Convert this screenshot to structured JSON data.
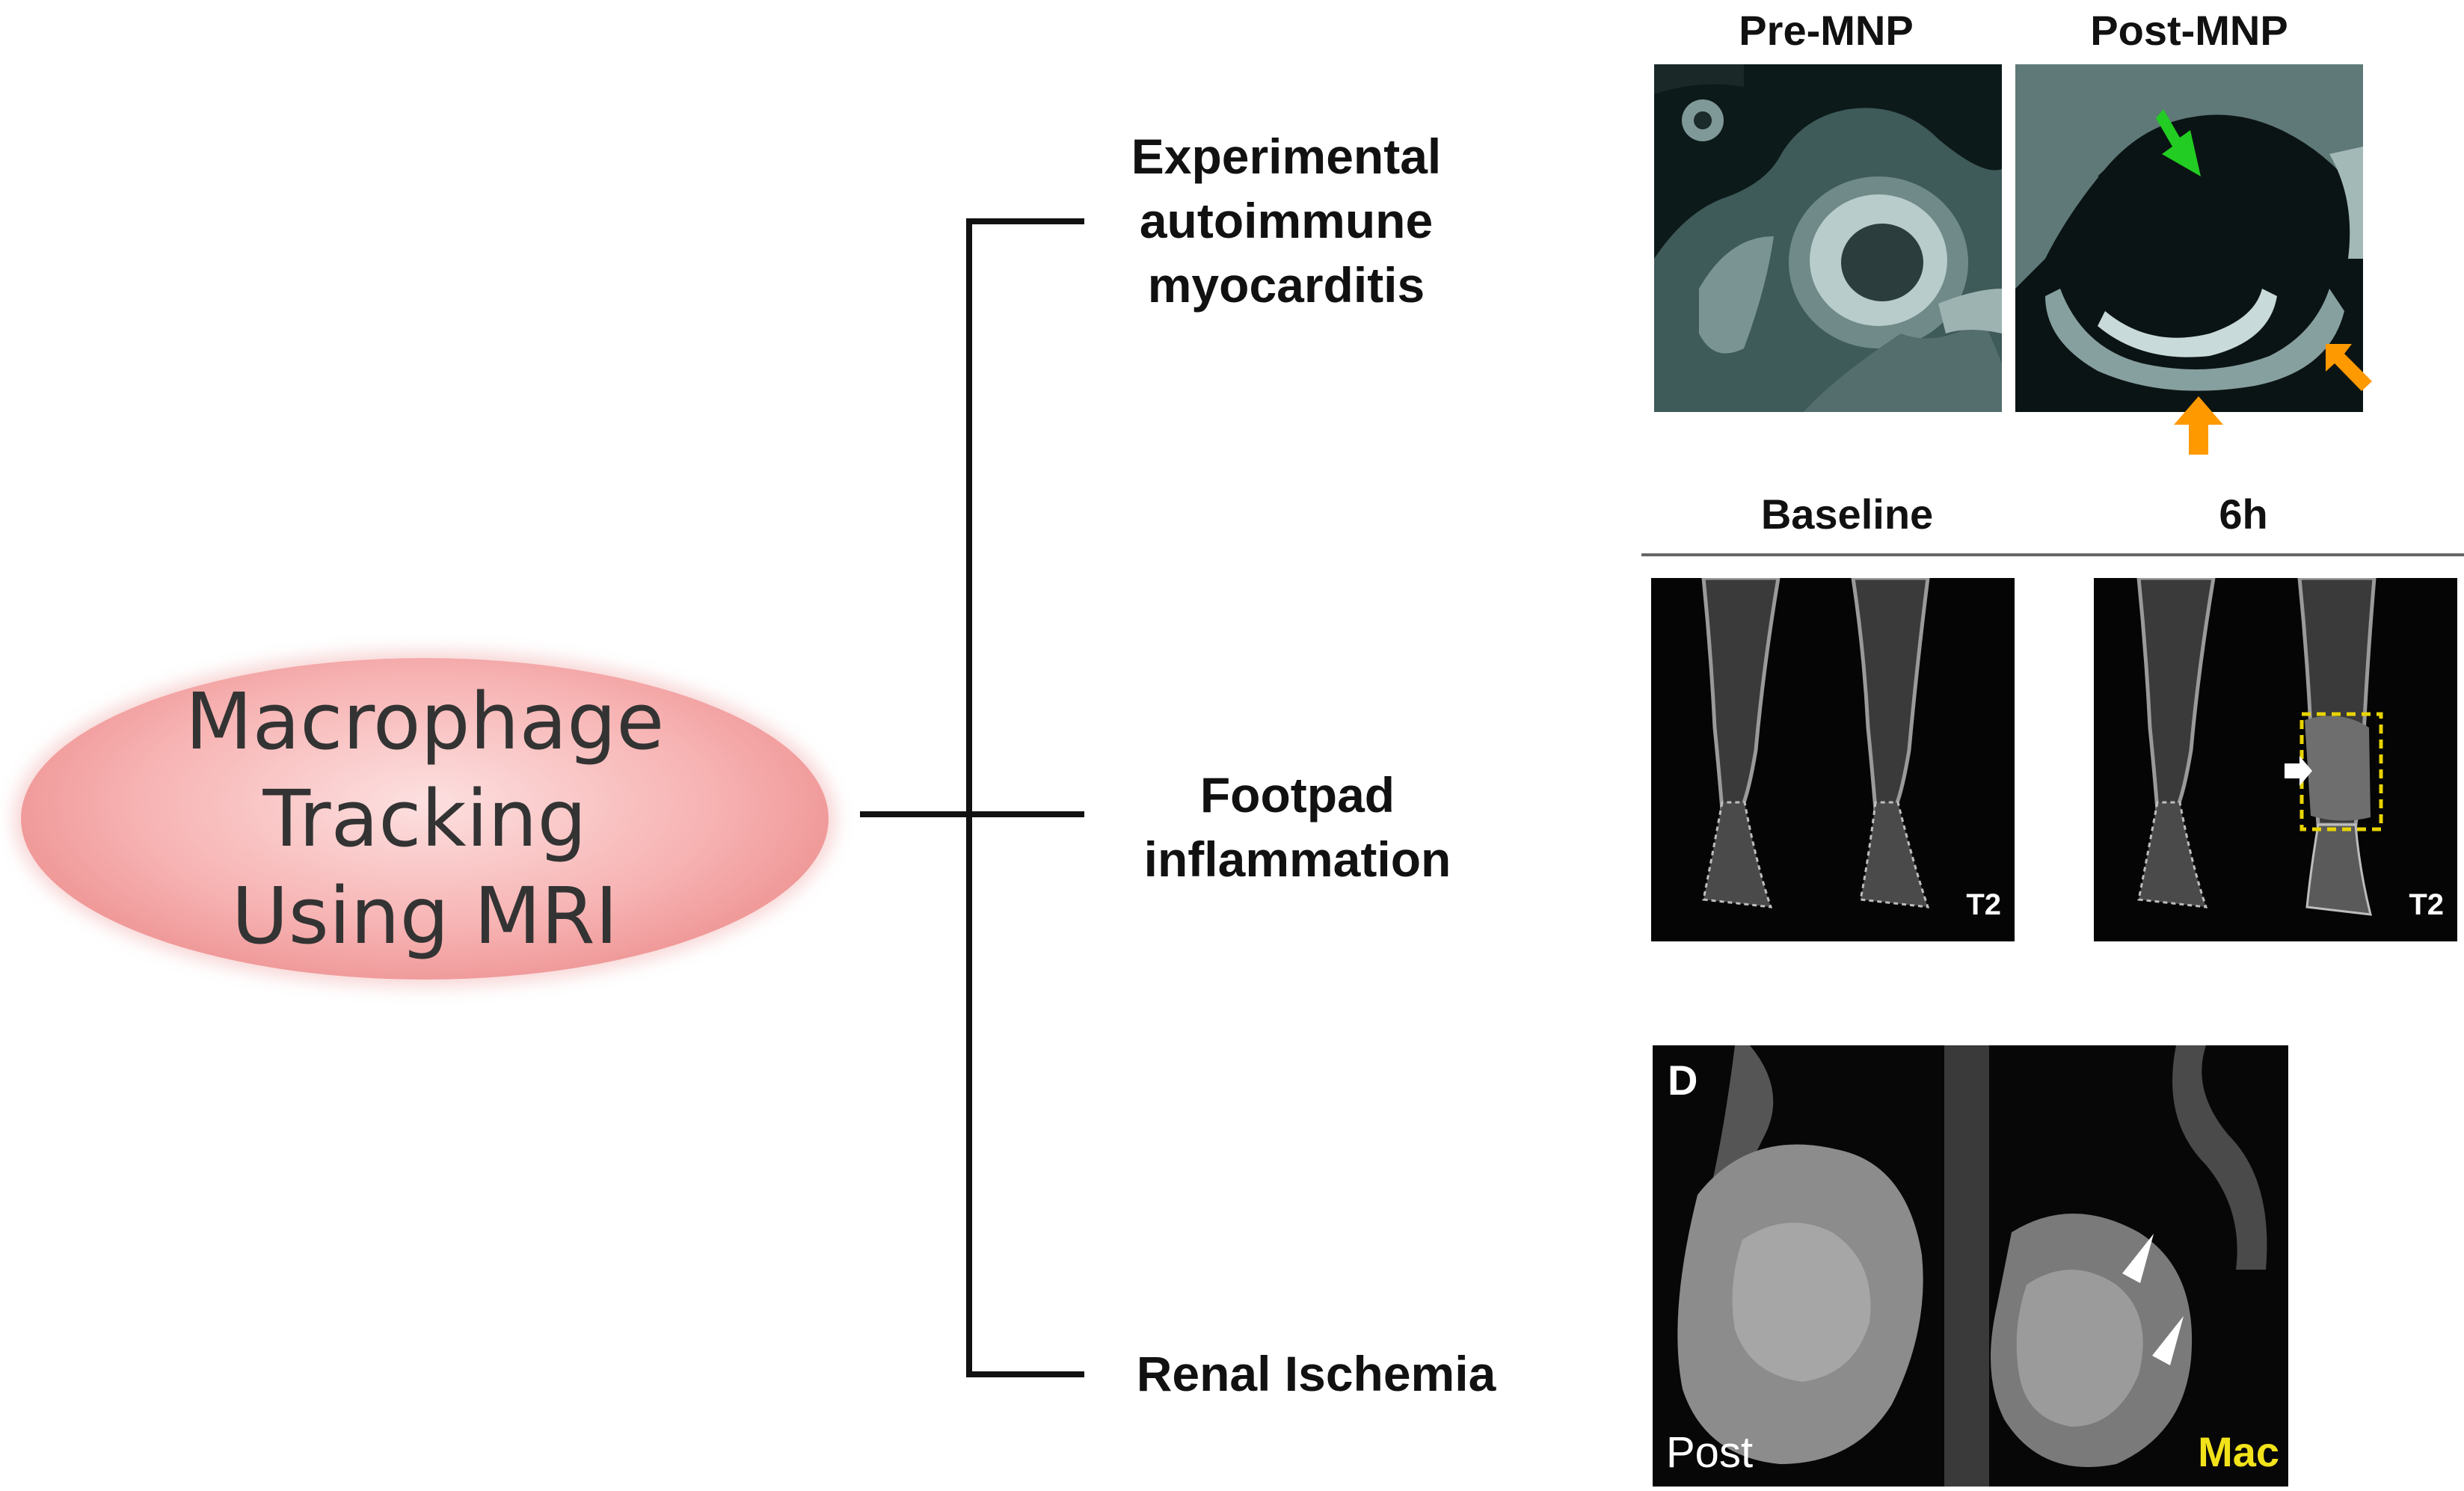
{
  "central_node": {
    "line1": "Macrophage",
    "line2": "Tracking",
    "line3": "Using MRI"
  },
  "branches": [
    {
      "label_lines": [
        "Experimental",
        "autoimmune",
        "myocarditis"
      ],
      "panel_headings": [
        "Pre-MNP",
        "Post-MNP"
      ],
      "arrow_colors": {
        "green": "#22cc22",
        "orange": "#ff9900"
      }
    },
    {
      "label_lines": [
        "Footpad",
        "inflammation"
      ],
      "panel_headings": [
        "Baseline",
        "6h"
      ],
      "panel_tags": [
        "T2",
        "T2"
      ]
    },
    {
      "label_lines": [
        "Renal Ischemia"
      ],
      "panel_letter": "D",
      "panel_bottom_left": "Post",
      "panel_bottom_right": "Mac",
      "mac_color": "#f2e21a"
    }
  ]
}
